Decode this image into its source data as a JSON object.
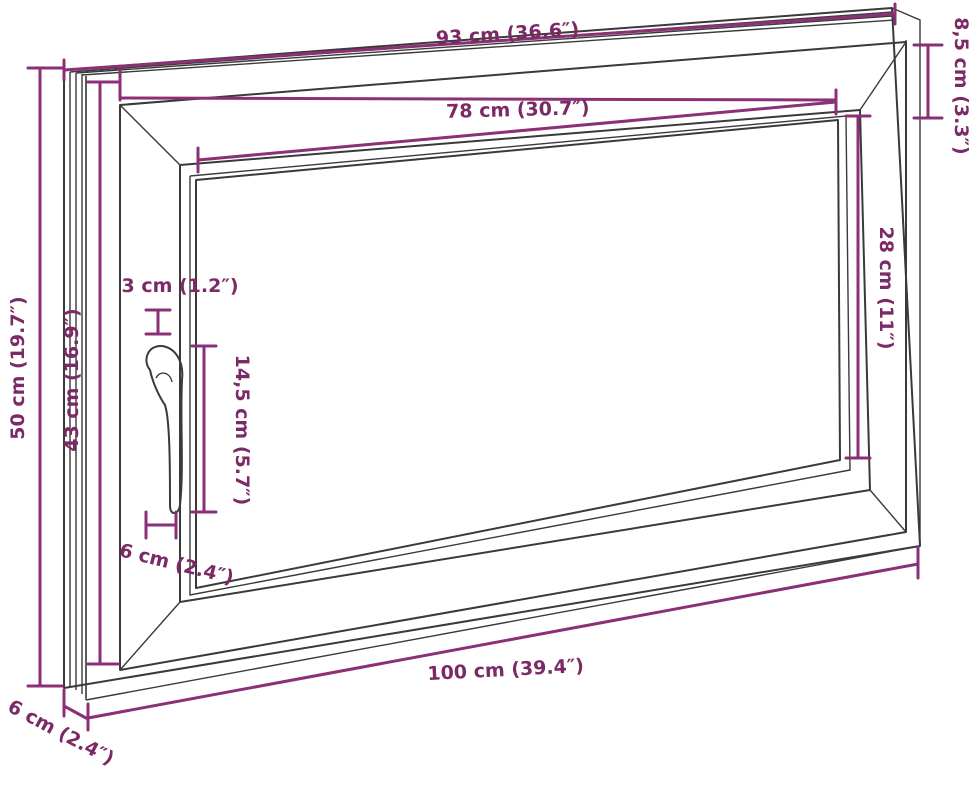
{
  "colors": {
    "dimension": "#8b2f77",
    "dimension_text": "#7b2a66",
    "outline": "#3a3a3a",
    "background": "#ffffff"
  },
  "dimensions": {
    "outer_width": "93 cm (36.6″)",
    "glass_width": "78 cm (30.7″)",
    "frame_thickness": "8,5 cm (3.3″)",
    "glass_height": "28 cm (11″)",
    "handle_offset": "3 cm (1.2″)",
    "handle_length": "14,5 cm (5.7″)",
    "handle_depth": "6 cm (2.4″)",
    "total_height": "50 cm (19.7″)",
    "inner_height": "43 cm (16.9″)",
    "total_width": "100 cm (39.4″)",
    "frame_depth": "6 cm (2.4″)"
  }
}
